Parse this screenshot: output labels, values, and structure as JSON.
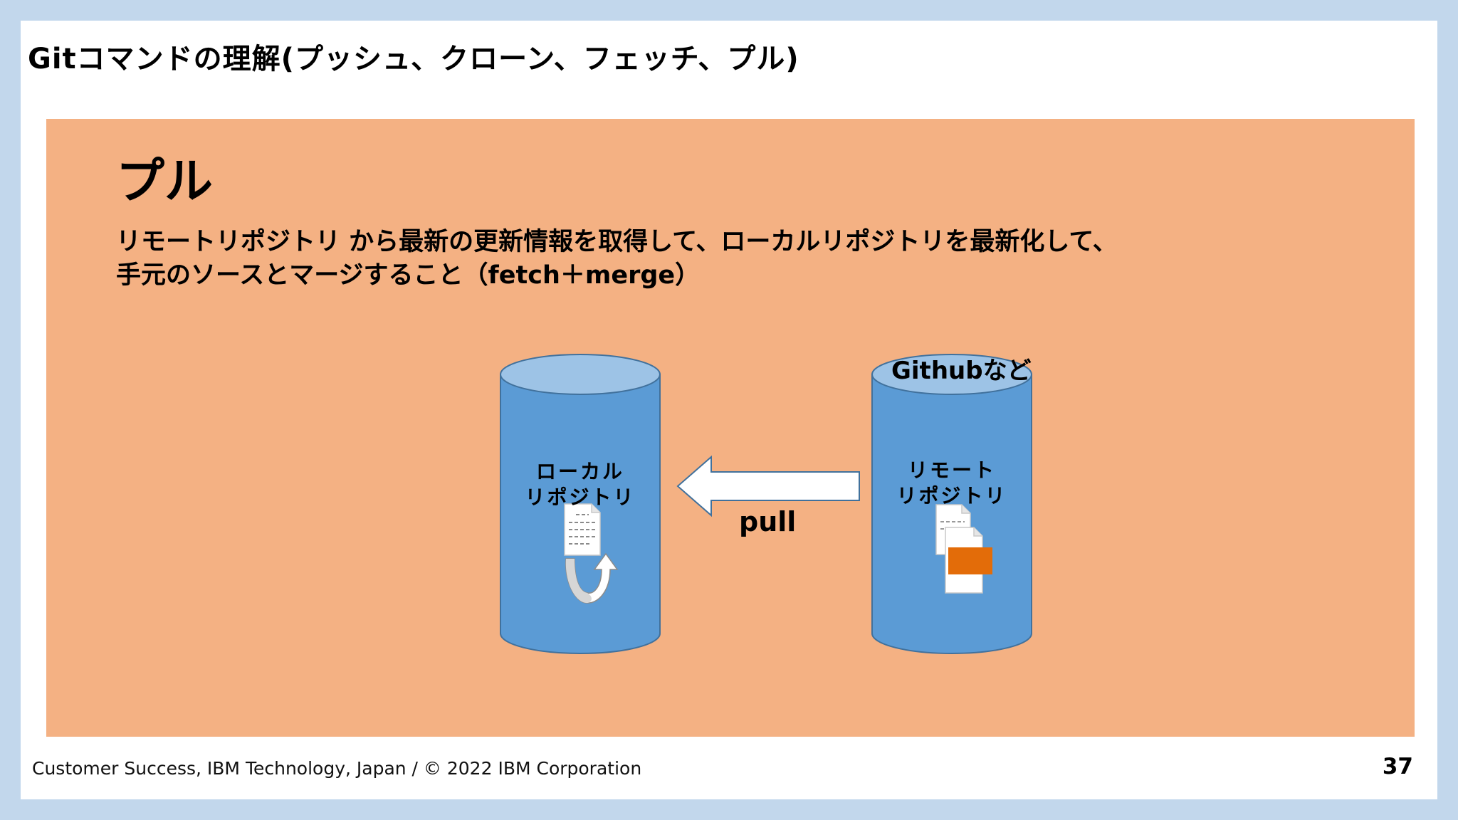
{
  "slide": {
    "title": "Gitコマンドの理解(プッシュ、クローン、フェッチ、プル)",
    "footer": "Customer Success, IBM Technology, Japan / © 2022 IBM Corporation",
    "page_number": "37"
  },
  "content": {
    "heading": "プル",
    "description_line1": "リモートリポジトリ から最新の更新情報を取得して、ローカルリポジトリを最新化して、",
    "description_line2": "手元のソースとマージすること（fetch＋merge）"
  },
  "diagram": {
    "local_repo": {
      "label_line1": "ローカル",
      "label_line2": "リポジトリ"
    },
    "remote_repo": {
      "note": "Githubなど",
      "label_line1": "リモート",
      "label_line2": "リポジトリ"
    },
    "arrow_label": "pull",
    "icons": [
      "document-icon",
      "merge-arrow-icon",
      "stacked-documents-icon"
    ],
    "colors": {
      "slide_frame": "#c2d7ec",
      "content_background": "#f4b183",
      "cylinder_body": "#5b9bd5",
      "cylinder_top": "#9dc3e6",
      "cylinder_outline": "#41719c",
      "highlight_block": "#e36c09"
    }
  }
}
